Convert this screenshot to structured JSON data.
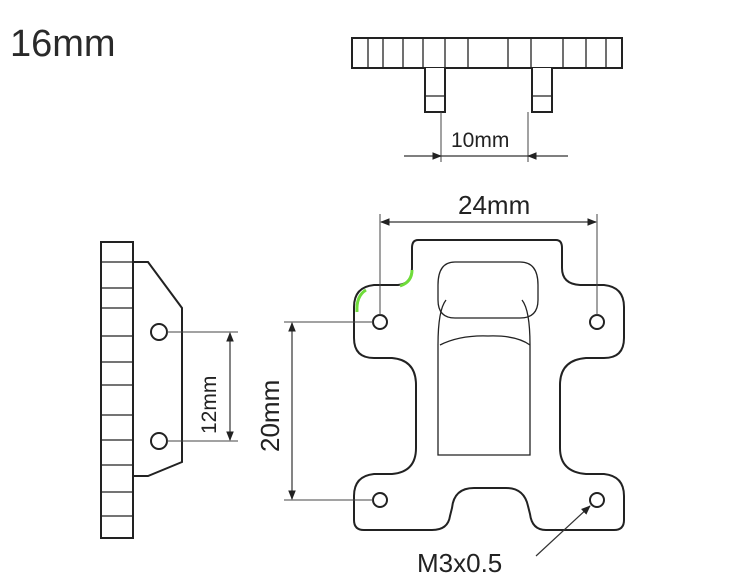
{
  "title": "16mm",
  "dimensions": {
    "pin_spacing": "10mm",
    "hole_width": "24mm",
    "hole_height": "20mm",
    "side_hole_spacing": "12mm",
    "thread": "M3x0.5"
  },
  "colors": {
    "line": "#222222",
    "highlight": "#6fdc3a"
  }
}
